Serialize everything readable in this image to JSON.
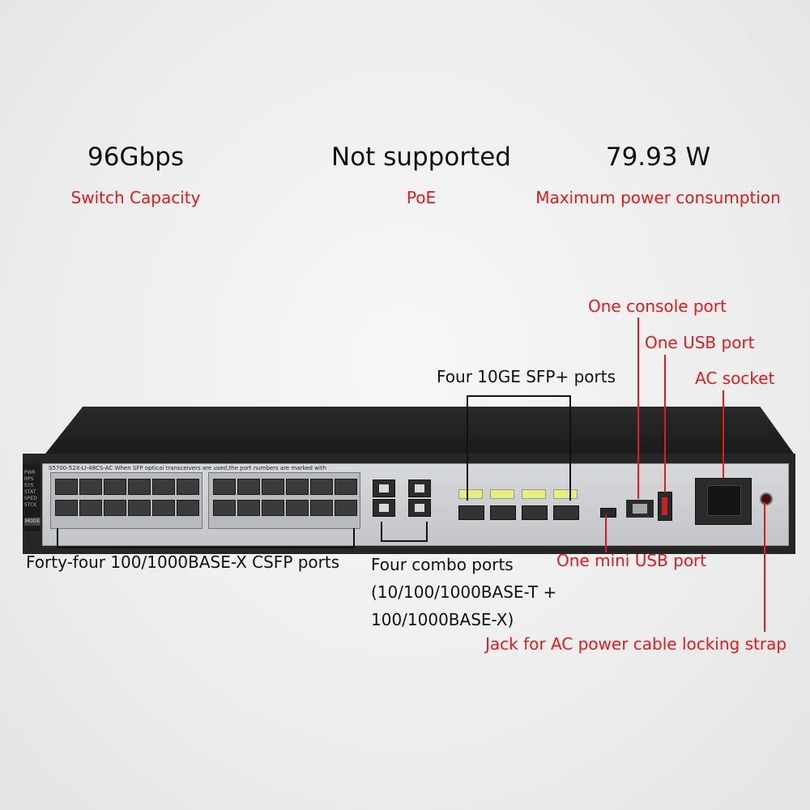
{
  "specs": [
    {
      "value": "96Gbps",
      "label": "Switch Capacity"
    },
    {
      "value": "Not supported",
      "label": "PoE"
    },
    {
      "value": "79.93 W",
      "label": "Maximum power consumption"
    }
  ],
  "device": {
    "model": "S5700-52X-LI-48CS-AC",
    "notice": "When SFP optical transceivers are used,the port numbers are marked with",
    "leds": [
      "PWR",
      "RPS",
      "SYS",
      "STAT",
      "SPED",
      "STCK"
    ],
    "mode_label": "MODE"
  },
  "callouts": {
    "console": "One console port",
    "usb": "One USB port",
    "ac": "AC socket",
    "sfp_plus": "Four 10GE SFP+ ports",
    "csfp": "Forty-four 100/1000BASE-X CSFP ports",
    "combo": [
      "Four combo ports",
      "(10/100/1000BASE-T +",
      "100/1000BASE-X)"
    ],
    "mini_usb": "One mini USB port",
    "jack": "Jack for AC power cable locking strap"
  },
  "colors": {
    "accent": "#e31b1b",
    "text": "#111111"
  }
}
